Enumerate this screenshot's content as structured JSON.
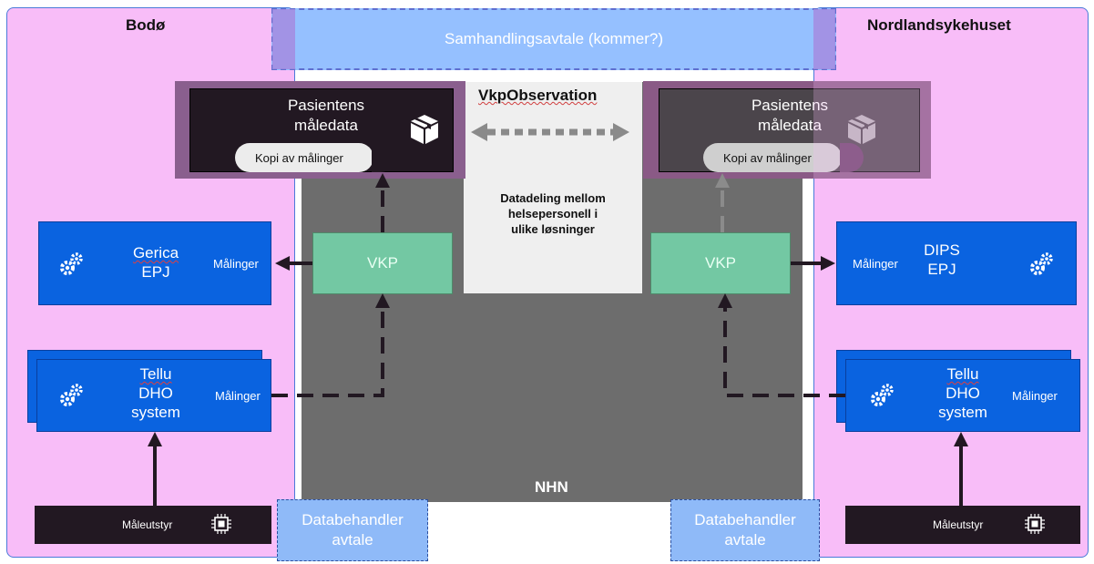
{
  "regions": {
    "left_title": "Bodø",
    "right_title": "Nordlandsykehuset",
    "center_label": "NHN"
  },
  "agreement": {
    "top": "Samhandlingsavtale (kommer?)",
    "dba_line1": "Databehandler",
    "dba_line2": "avtale"
  },
  "observation": {
    "title": "VkpObservation",
    "description": [
      "Datadeling mellom",
      "helsepersonell i",
      "ulike løsninger"
    ]
  },
  "patient_data": {
    "line1": "Pasientens",
    "line2": "måledata",
    "copy_label": "Kopi av målinger",
    "icon": "package-box-icon"
  },
  "vkp_label": "VKP",
  "measurements_label": "Målinger",
  "left_epj": {
    "line1": "Gerica",
    "line2": "EPJ",
    "icon": "gears-icon"
  },
  "right_epj": {
    "line1": "DIPS",
    "line2": "EPJ",
    "icon": "gears-icon"
  },
  "dho": {
    "line1": "Tellu",
    "line2": "DHO",
    "line3": "system",
    "icon": "gears-icon"
  },
  "device": {
    "label": "Måleutstyr",
    "icon": "chip-icon"
  },
  "colors": {
    "region_pink": "#f8bdf8",
    "nhn_gray": "#6d6d6d",
    "system_blue": "#0a63e0",
    "vkp_green": "#73c8a3",
    "agreement_blue": "#8fbaf8",
    "dark": "#221822"
  }
}
